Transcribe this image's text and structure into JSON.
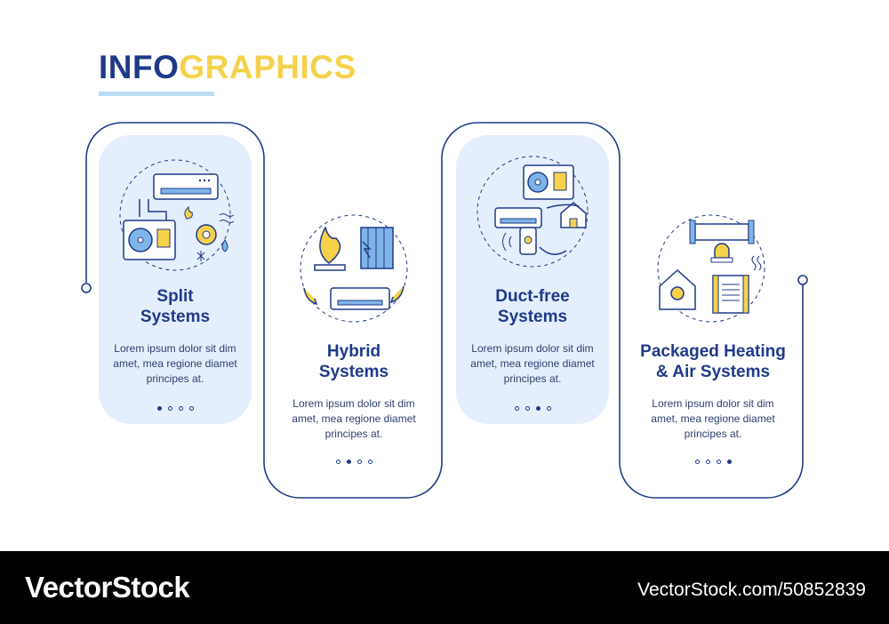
{
  "header": {
    "title_part1": "INFO",
    "title_part2": "GRAPHICS"
  },
  "colors": {
    "navy": "#1f3a8a",
    "yellow": "#f5d24a",
    "light_blue": "#e4eefc",
    "accent_blue": "#bcdcf5"
  },
  "steps": [
    {
      "name": "Split\nSystems",
      "description": "Lorem ipsum dolor sit dim\namet, mea regione diamet\nprincipes at.",
      "icon": "split-ac-system-icon",
      "active_dot": 1
    },
    {
      "name": "Hybrid\nSystems",
      "description": "Lorem ipsum dolor sit dim\namet, mea regione diamet\nprincipes at.",
      "icon": "hybrid-heating-icon",
      "active_dot": 2
    },
    {
      "name": "Duct-free\nSystems",
      "description": "Lorem ipsum dolor sit dim\namet, mea regione diamet\nprincipes at.",
      "icon": "ductless-ac-icon",
      "active_dot": 3
    },
    {
      "name": "Packaged Heating\n& Air Systems",
      "description": "Lorem ipsum dolor sit dim\namet, mea regione diamet\nprincipes at.",
      "icon": "packaged-hvac-icon",
      "active_dot": 4
    }
  ],
  "footer": {
    "brand": "VectorStock",
    "reference": "VectorStock.com/50852839"
  }
}
